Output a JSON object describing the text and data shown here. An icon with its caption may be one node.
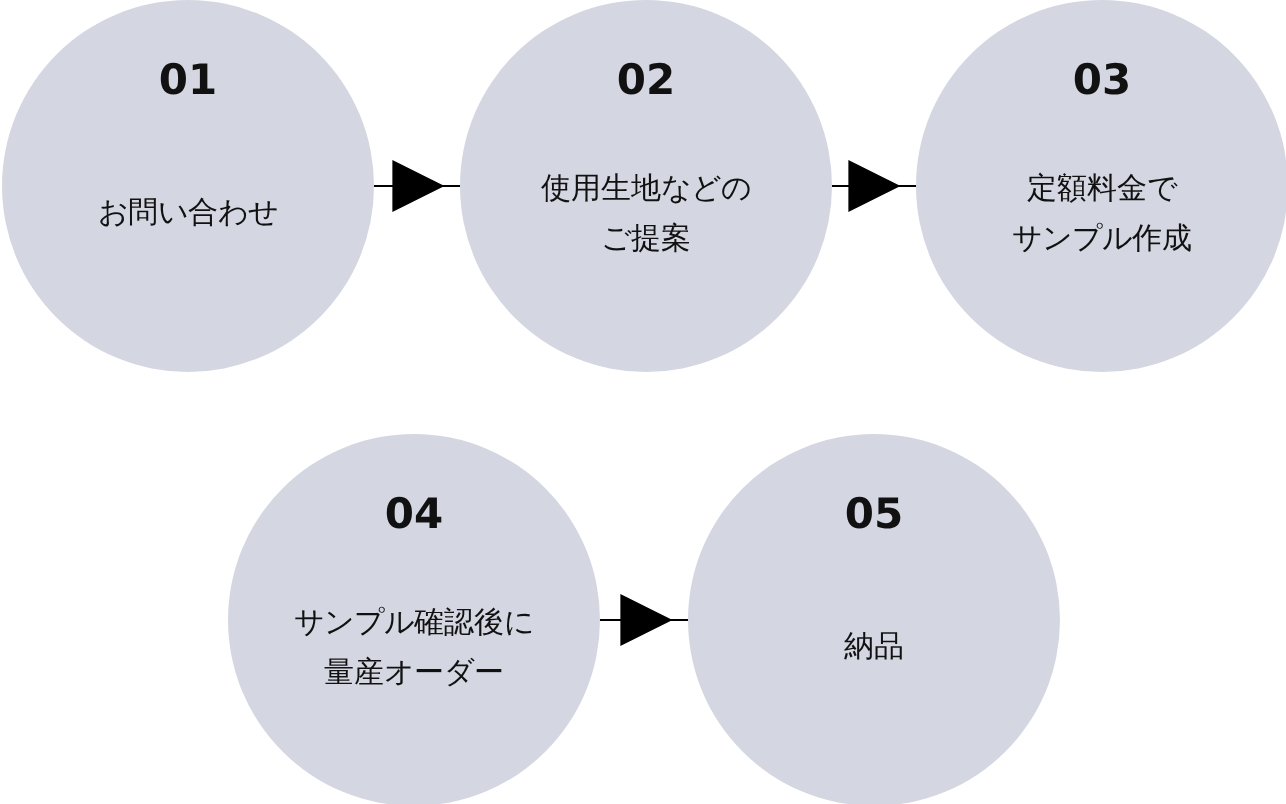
{
  "diagram": {
    "nodes": [
      {
        "text": [
          "01",
          "お問い合わせ"
        ]
      },
      {
        "text": [
          "02",
          "使用生地などのご提案"
        ]
      },
      {
        "text": [
          "03",
          "定額料金でサンプル作成"
        ]
      },
      {
        "text": [
          "04",
          "サンプル確認後に量産オーダー"
        ]
      },
      {
        "text": [
          "05",
          "納品"
        ]
      }
    ],
    "edges": [
      {
        "from": 0,
        "to": 1,
        "arrow": "to"
      },
      {
        "from": 1,
        "to": 2,
        "arrow": "to"
      },
      {
        "from": 3,
        "to": 4,
        "arrow": "to"
      }
    ]
  }
}
